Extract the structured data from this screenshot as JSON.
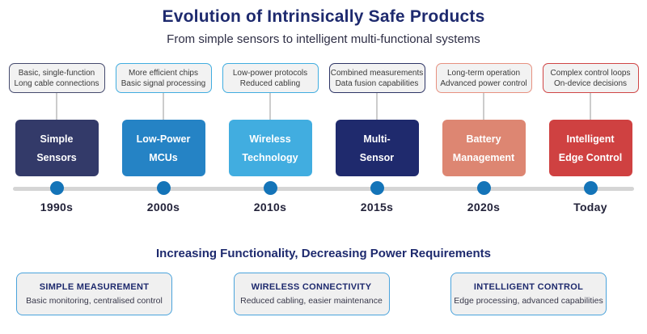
{
  "header": {
    "title": "Evolution of Intrinsically Safe Products",
    "subtitle": "From simple sensors to intelligent multi-functional systems"
  },
  "colors": {
    "title_text": "#1e2a6e",
    "timeline_track": "#d5d5d5",
    "timeline_dot": "#1474b8",
    "callout_background": "#f2f2f2",
    "card_background": "#f0f0f0",
    "card_border": "#4aa3dc"
  },
  "timeline": {
    "eras": [
      {
        "callout": {
          "line1": "Basic, single-function",
          "line2": "Long cable connections",
          "border_color": "#454a6e"
        },
        "box": {
          "line1": "Simple",
          "line2": "Sensors",
          "color": "#333a69"
        },
        "year": "1990s"
      },
      {
        "callout": {
          "line1": "More efficient chips",
          "line2": "Basic signal processing",
          "border_color": "#41ade0"
        },
        "box": {
          "line1": "Low-Power",
          "line2": "MCUs",
          "color": "#2583c5"
        },
        "year": "2000s"
      },
      {
        "callout": {
          "line1": "Low-power protocols",
          "line2": "Reduced cabling",
          "border_color": "#41ade0"
        },
        "box": {
          "line1": "Wireless",
          "line2": "Technology",
          "color": "#41ade0"
        },
        "year": "2010s"
      },
      {
        "callout": {
          "line1": "Combined measurements",
          "line2": "Data fusion capabilities",
          "border_color": "#2e3566"
        },
        "box": {
          "line1": "Multi-",
          "line2": "Sensor",
          "color": "#1f2a6d"
        },
        "year": "2015s"
      },
      {
        "callout": {
          "line1": "Long-term operation",
          "line2": "Advanced power control",
          "border_color": "#e79180"
        },
        "box": {
          "line1": "Battery",
          "line2": "Management",
          "color": "#dd8672"
        },
        "year": "2020s"
      },
      {
        "callout": {
          "line1": "Complex control loops",
          "line2": "On-device decisions",
          "border_color": "#d04545"
        },
        "box": {
          "line1": "Intelligent",
          "line2": "Edge Control",
          "color": "#cf4141"
        },
        "year": "Today"
      }
    ]
  },
  "footer": {
    "heading": "Increasing Functionality, Decreasing Power Requirements",
    "cards": [
      {
        "title": "SIMPLE MEASUREMENT",
        "description": "Basic monitoring, centralised control"
      },
      {
        "title": "WIRELESS CONNECTIVITY",
        "description": "Reduced cabling, easier maintenance"
      },
      {
        "title": "INTELLIGENT CONTROL",
        "description": "Edge processing, advanced capabilities"
      }
    ]
  }
}
